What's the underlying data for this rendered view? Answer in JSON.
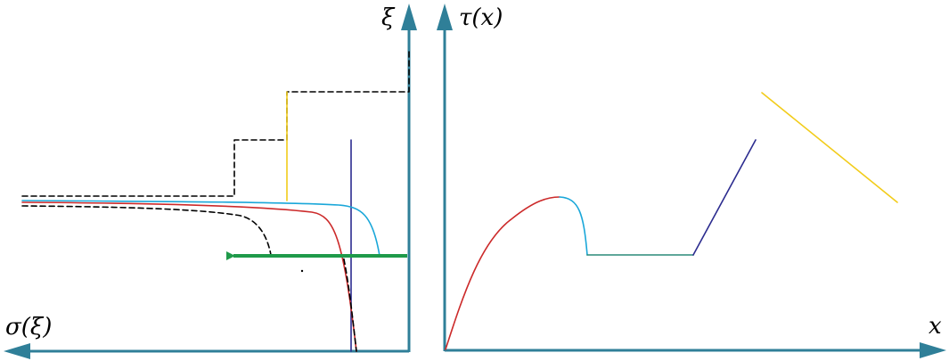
{
  "labels": {
    "xi_axis": "ξ",
    "tau_axis": "τ(x)",
    "sigma_axis": "σ(ξ)",
    "x_axis": "x"
  },
  "colors": {
    "axis": "#2f7f98",
    "red": "#cc2a2a",
    "cyan": "#1aa7d9",
    "navy": "#2c2c8f",
    "yellow": "#f2cc1a",
    "green": "#1f9a4a",
    "teal": "#2a8a78",
    "dashed": "#000000"
  }
}
